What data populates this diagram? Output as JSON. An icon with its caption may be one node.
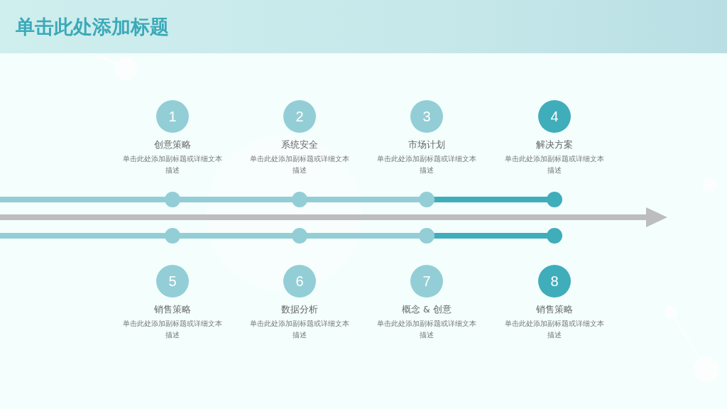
{
  "diagram": {
    "title": "单击此处添加标题",
    "nodes": [
      {
        "text": [
          "1"
        ],
        "beside": [
          "创意策略",
          "单击此处添加副标题或详细文本描述"
        ]
      },
      {
        "text": [
          "2"
        ],
        "beside": [
          "系统安全",
          "单击此处添加副标题或详细文本描述"
        ]
      },
      {
        "text": [
          "3"
        ],
        "beside": [
          "市场计划",
          "单击此处添加副标题或详细文本描述"
        ]
      },
      {
        "text": [
          "4"
        ],
        "beside": [
          "解决方案",
          "单击此处添加副标题或详细文本描述"
        ]
      },
      {
        "text": [
          "5"
        ],
        "beside": [
          "销售策略",
          "单击此处添加副标题或详细文本描述"
        ]
      },
      {
        "text": [
          "6"
        ],
        "beside": [
          "数据分析",
          "单击此处添加副标题或详细文本描述"
        ]
      },
      {
        "text": [
          "7"
        ],
        "beside": [
          "概念 & 创意",
          "单击此处添加副标题或详细文本描述"
        ]
      },
      {
        "text": [
          "8"
        ],
        "beside": [
          "销售策略",
          "单击此处添加副标题或详细文本描述"
        ]
      }
    ]
  }
}
